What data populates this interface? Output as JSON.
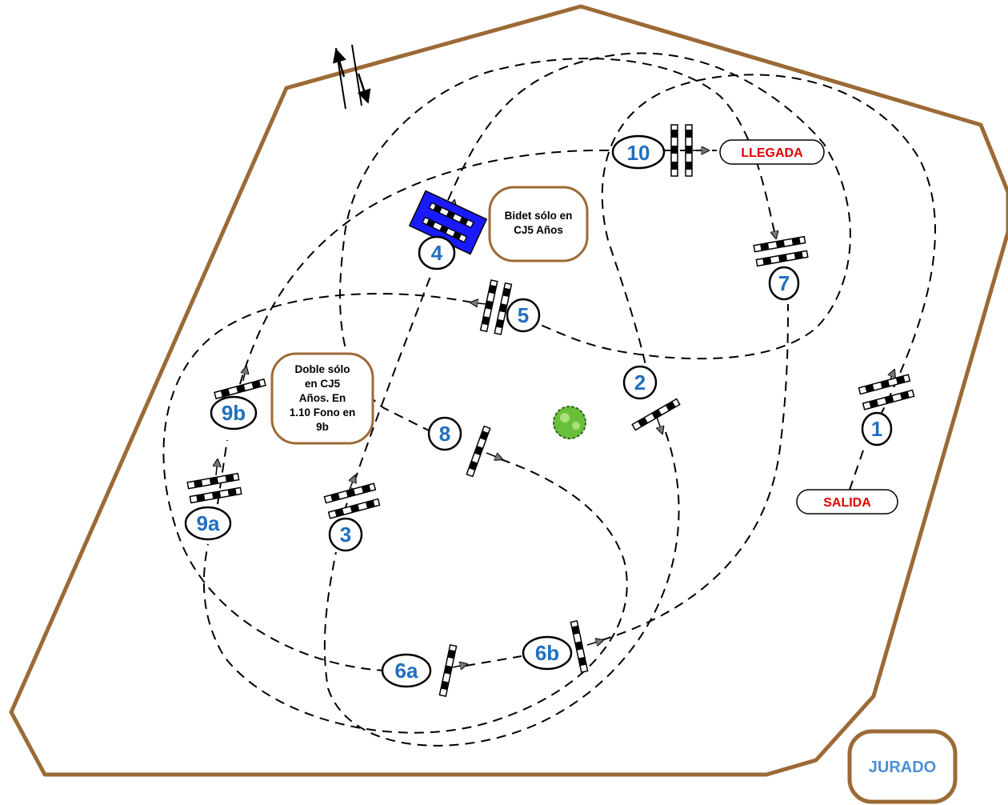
{
  "obstacles": [
    {
      "id": "1",
      "label": "1"
    },
    {
      "id": "2",
      "label": "2"
    },
    {
      "id": "3",
      "label": "3"
    },
    {
      "id": "4",
      "label": "4"
    },
    {
      "id": "5",
      "label": "5"
    },
    {
      "id": "6a",
      "label": "6a"
    },
    {
      "id": "6b",
      "label": "6b"
    },
    {
      "id": "7",
      "label": "7"
    },
    {
      "id": "8",
      "label": "8"
    },
    {
      "id": "9a",
      "label": "9a"
    },
    {
      "id": "9b",
      "label": "9b"
    },
    {
      "id": "10",
      "label": "10"
    }
  ],
  "start_label": "SALIDA",
  "finish_label": "LLEGADA",
  "jury_label": "JURADO",
  "notes": {
    "bidet": [
      "Bidet sólo en",
      "CJ5 Años"
    ],
    "double": [
      "Doble sólo",
      "en CJ5",
      "Años. En",
      "1.10 Fono en",
      "9b"
    ]
  },
  "colors": {
    "arena_border": "#9c6a36",
    "number_text": "#1f6fbf",
    "endpoint_text": "#e00000",
    "jury_text": "#4d8fd6",
    "bidet_fill": "#1a1aff",
    "tree": "#6abf3a"
  }
}
